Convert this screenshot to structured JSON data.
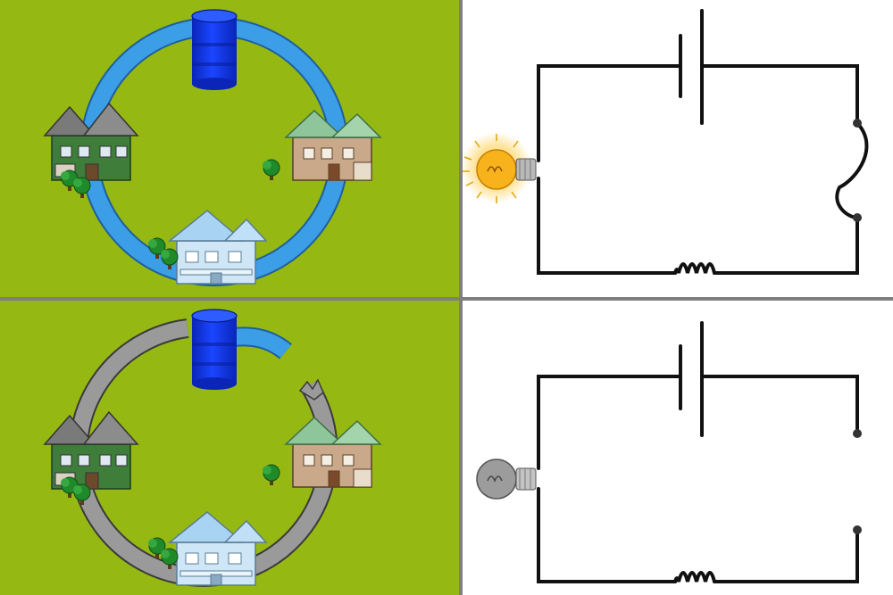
{
  "colors": {
    "grass": "#96b813",
    "divider": "#7f7f7f",
    "water": "#3b9ee6",
    "water_edge": "#1f5f9a",
    "dry_pipe": "#9a9a9a",
    "dry_pipe_edge": "#3a3a3a",
    "tank": "#0b2fe0",
    "tank_light": "#2d5cff",
    "wire": "#111111",
    "bulb_on": "#f7b21c",
    "bulb_glow": "#ffd66b",
    "bulb_off": "#9c9c9c"
  },
  "panels": [
    {
      "name": "closed-water-loop",
      "state": "flowing"
    },
    {
      "name": "closed-electric-circuit",
      "state": "closed",
      "bulb": "lit"
    },
    {
      "name": "broken-water-loop",
      "state": "broken"
    },
    {
      "name": "open-electric-circuit",
      "state": "open",
      "bulb": "unlit"
    }
  ],
  "icons": {
    "tank": "water-tank-icon",
    "house": "house-icon",
    "tree": "tree-icon",
    "bulb": "light-bulb-icon",
    "battery": "battery-symbol-icon",
    "resistor": "resistor-symbol-icon",
    "switch": "switch-symbol-icon"
  }
}
